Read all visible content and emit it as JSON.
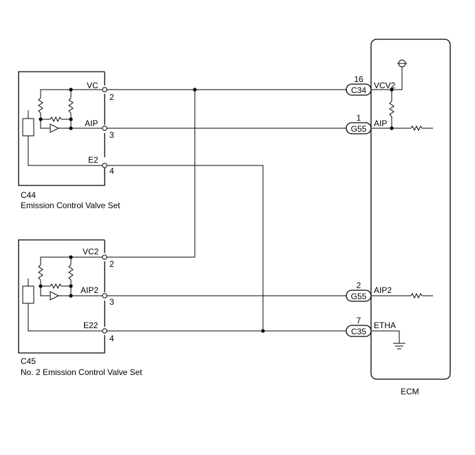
{
  "components": {
    "c44": {
      "code": "C44",
      "name": "Emission Control Valve Set",
      "pins": [
        {
          "signal": "VC",
          "number": "2"
        },
        {
          "signal": "AIP",
          "number": "3"
        },
        {
          "signal": "E2",
          "number": "4"
        }
      ]
    },
    "c45": {
      "code": "C45",
      "name": "No. 2 Emission Control Valve Set",
      "pins": [
        {
          "signal": "VC2",
          "number": "2"
        },
        {
          "signal": "AIP2",
          "number": "3"
        },
        {
          "signal": "E22",
          "number": "4"
        }
      ]
    }
  },
  "ecm": {
    "label": "ECM",
    "connections": [
      {
        "connector": "C34",
        "pin": "16",
        "signal": "VCV2"
      },
      {
        "connector": "G55",
        "pin": "1",
        "signal": "AIP"
      },
      {
        "connector": "G55",
        "pin": "2",
        "signal": "AIP2"
      },
      {
        "connector": "C35",
        "pin": "7",
        "signal": "ETHA"
      }
    ]
  }
}
